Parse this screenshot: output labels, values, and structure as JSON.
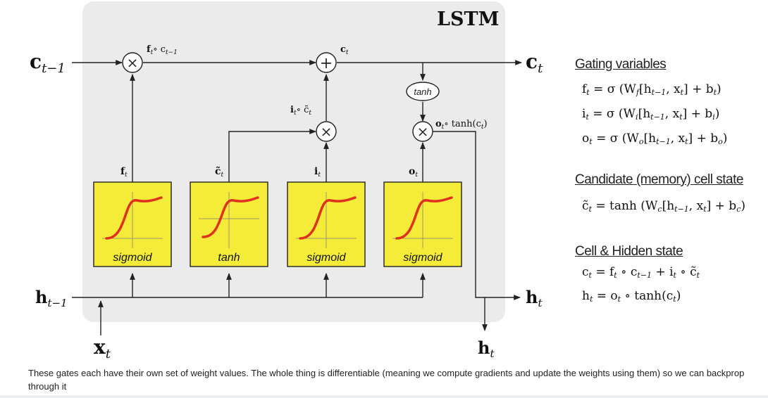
{
  "diagram": {
    "title": "LSTM",
    "labels": {
      "c_prev": "c",
      "c_prev_sub": "t−1",
      "c_next": "c",
      "c_next_sub": "t",
      "h_prev": "h",
      "h_prev_sub": "t−1",
      "h_next": "h",
      "h_next_sub": "t",
      "x_in": "x",
      "x_in_sub": "t",
      "h_out": "h",
      "h_out_sub": "t",
      "ft_ct1": "f",
      "ft_ct1_rest": "∘ c",
      "ct_top": "c",
      "it_ct": "i",
      "it_ct_rest": "∘ c̃",
      "ot_tanh": "o",
      "ot_tanh_rest": "∘ tanh(c",
      "ot_tanh_close": ")",
      "tanh_ellipse": "tanh",
      "f_gate": "f",
      "c_tilde_gate": "c̃",
      "i_gate": "i",
      "o_gate": "o"
    },
    "gates": [
      {
        "name": "forget",
        "label": "sigmoid"
      },
      {
        "name": "candidate",
        "label": "tanh"
      },
      {
        "name": "input",
        "label": "sigmoid"
      },
      {
        "name": "output",
        "label": "sigmoid"
      }
    ],
    "ops": {
      "times": "×",
      "plus": "+"
    },
    "colors": {
      "panel": "#ebebeb",
      "gate_fill": "#f5ec3a",
      "curve": "#e0301e"
    }
  },
  "side_panel": {
    "gating_heading": "Gating variables",
    "eq_f": [
      "f",
      "t",
      " = σ (W",
      "f",
      "[h",
      "t−1",
      ", x",
      "t",
      "] + b",
      "t",
      ")"
    ],
    "eq_i": [
      "i",
      "t",
      " = σ (W",
      "i",
      "[h",
      "t−1",
      ", x",
      "t",
      "] + b",
      "i",
      ")"
    ],
    "eq_o": [
      "o",
      "t",
      " = σ (W",
      "o",
      "[h",
      "t−1",
      ", x",
      "t",
      "] + b",
      "o",
      ")"
    ],
    "candidate_heading": "Candidate (memory) cell state",
    "eq_c": [
      "c̃",
      "t",
      " = tanh (W",
      "c",
      "[h",
      "t−1",
      ", x",
      "t",
      "] + b",
      "c",
      ")"
    ],
    "cell_heading": "Cell & Hidden state",
    "eq_cell": [
      "c",
      "t",
      " = f",
      "t",
      " ∘ c",
      "t−1",
      " + i",
      "t",
      " ∘ c̃",
      "t",
      ""
    ],
    "eq_hidden": [
      "h",
      "t",
      " = o",
      "t",
      " ∘ tanh(c",
      "t",
      ")",
      "",
      "",
      "",
      ""
    ]
  },
  "caption": "These gates each have their own set of weight values. The whole thing is differentiable (meaning we compute gradients and update the weights using them) so we can backprop through it"
}
